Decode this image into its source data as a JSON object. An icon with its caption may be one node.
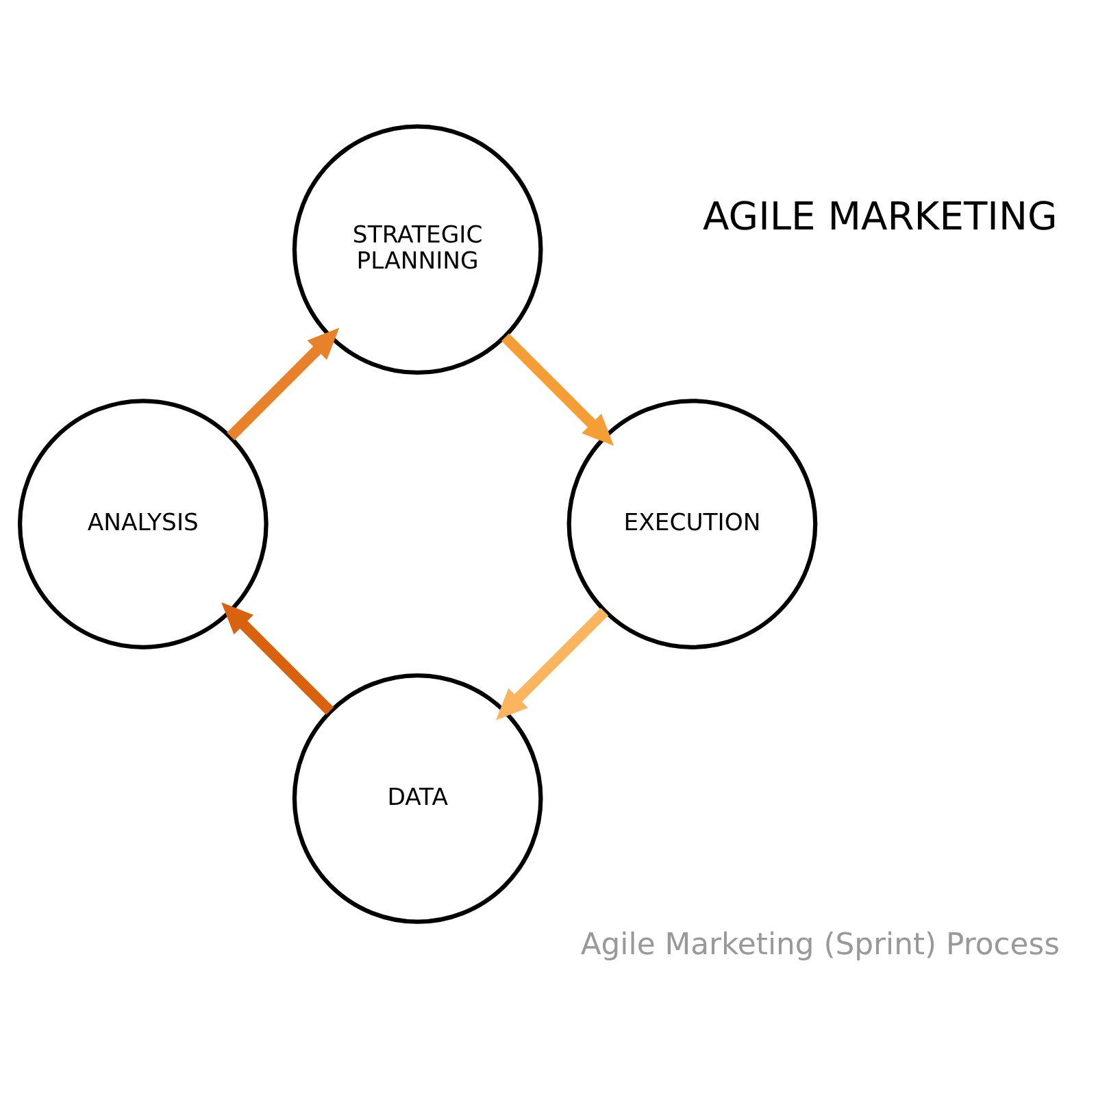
{
  "diagram": {
    "caption": "Agile Marketing (Sprint) Process",
    "nodes": [
      {
        "text": [
          "DATA"
        ]
      },
      {
        "text": [
          "ANALYSIS"
        ]
      },
      {
        "text": [
          "STRATEGIC PLANNING"
        ]
      },
      {
        "text": [
          "EXECUTION"
        ]
      }
    ],
    "edges": [
      {
        "from": 0,
        "to": 1,
        "arrow": "to",
        "color": "#d9620f"
      },
      {
        "from": 1,
        "to": 2,
        "arrow": "to",
        "color": "#e8822a"
      },
      {
        "from": 2,
        "to": 3,
        "arrow": "to",
        "color": "#f59e35"
      },
      {
        "from": 3,
        "to": 0,
        "arrow": "to",
        "color": "#fbb55e"
      }
    ],
    "labels": [
      "AGILE MARKETING"
    ]
  }
}
